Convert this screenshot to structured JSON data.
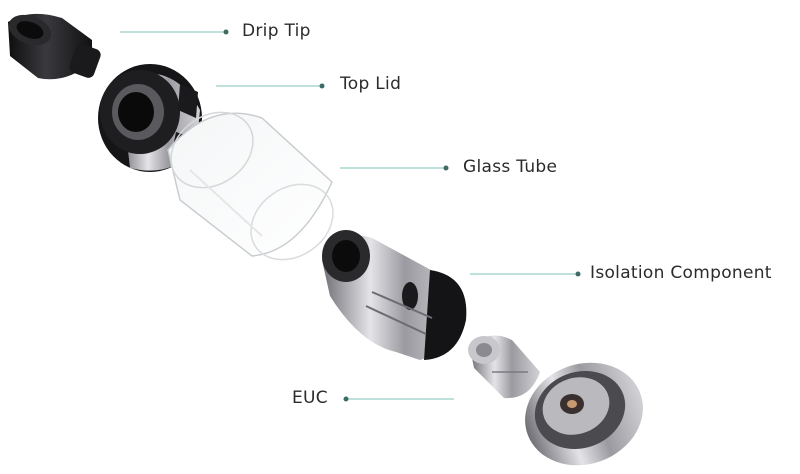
{
  "labels": {
    "drip_tip": "Drip Tip",
    "top_lid": "Top Lid",
    "glass_tube": "Glass Tube",
    "isolation_component": "Isolation Component",
    "euc": "EUC"
  },
  "colors": {
    "leader_line": "#a9d8cf",
    "leader_dot": "#3f6b64",
    "label_text": "#2b2b2b",
    "metal": "#a7a7ad",
    "black_part": "#1c1c1e"
  }
}
